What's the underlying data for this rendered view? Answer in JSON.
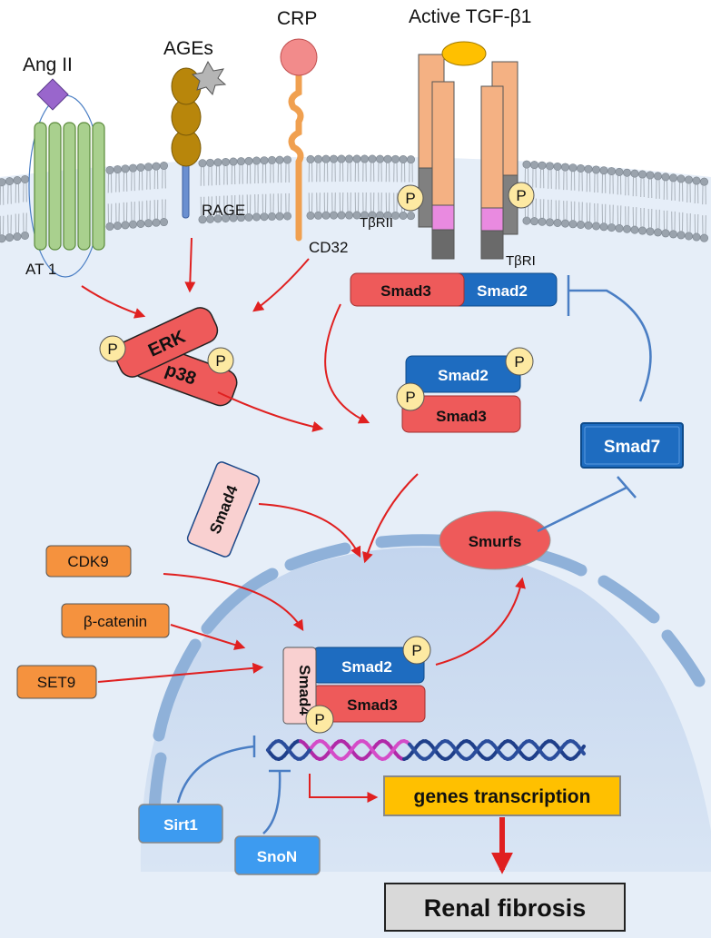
{
  "labels": {
    "ang2": "Ang II",
    "ages": "AGEs",
    "crp": "CRP",
    "tgf": "Active TGF-β1",
    "at1": "AT 1",
    "rage": "RAGE",
    "cd32": "CD32",
    "tbr2": "TβRII",
    "tbr1": "TβRI",
    "p": "P"
  },
  "proteins": {
    "smad3": "Smad3",
    "smad2": "Smad2",
    "smad4": "Smad4",
    "smad7": "Smad7",
    "erk": "ERK",
    "p38": "p38",
    "smurfs": "Smurfs",
    "cdk9": "CDK9",
    "bcatenin": "β-catenin",
    "set9": "SET9",
    "sirt1": "Sirt1",
    "snon": "SnoN"
  },
  "outcomes": {
    "transcription": "genes transcription",
    "fibrosis": "Renal fibrosis"
  },
  "colors": {
    "cytoplasm": "#e6eef8",
    "nucleus": "#cad9ee",
    "smad_red": "#ee5a5a",
    "smad_blue": "#1e6cc0",
    "orange_box": "#f5923e",
    "light_blue_box": "#3d9bf0",
    "p_circle": "#fde9a2",
    "arrow_red": "#e02020",
    "inhibit_blue": "#4a7ec4",
    "transcription_box": "#ffc000",
    "fibrosis_box": "#d9d9d9"
  }
}
